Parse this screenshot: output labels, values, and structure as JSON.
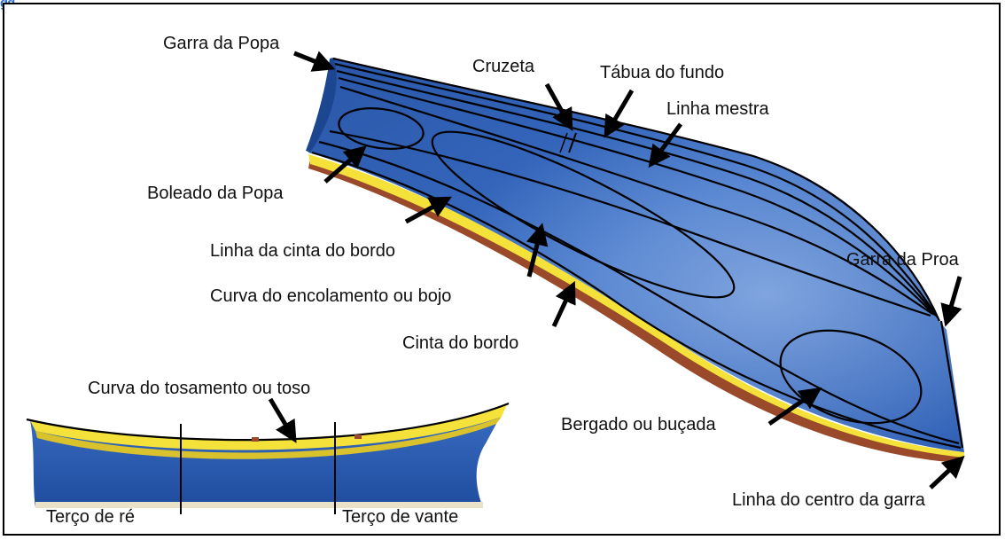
{
  "corner_glyph": "gg",
  "labels": {
    "garra_popa": "Garra da Popa",
    "cruzeta": "Cruzeta",
    "tabua_fundo": "Tábua do fundo",
    "linha_mestra": "Linha mestra",
    "boleado_popa": "Boleado da Popa",
    "linha_cinta_bordo": "Linha da cinta do bordo",
    "curva_encolamento": "Curva do encolamento ou bojo",
    "cinta_bordo": "Cinta do bordo",
    "garra_proa": "Garra da Proa",
    "bergado": "Bergado ou buçada",
    "linha_centro_garra": "Linha do centro da garra",
    "curva_tosamento": "Curva do tosamento ou toso",
    "terco_re": "Terço de ré",
    "terco_vante": "Terço de vante"
  },
  "colors": {
    "hull_blue": "#2f62b8",
    "hull_blue_light": "#5f90dc",
    "sheer_yellow": "#f4e23a",
    "keel_red": "#9a4a2a",
    "line_black": "#000000"
  }
}
